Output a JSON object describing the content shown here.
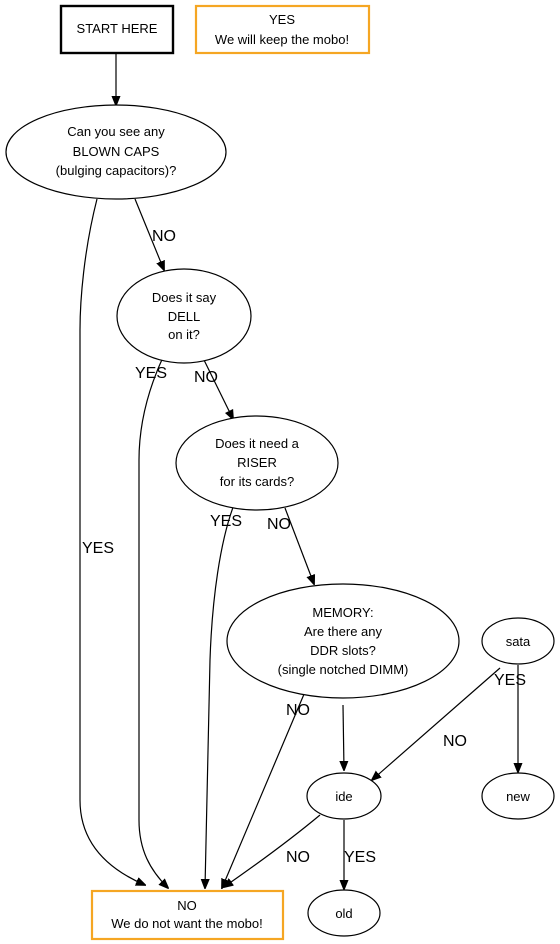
{
  "diagram": {
    "nodes": {
      "start": {
        "lines": [
          "START HERE"
        ]
      },
      "yes_keep": {
        "lines": [
          "YES",
          "We will keep the mobo!"
        ]
      },
      "blown_caps": {
        "lines": [
          "Can you see any",
          "BLOWN CAPS",
          "(bulging capacitors)?"
        ]
      },
      "dell": {
        "lines": [
          "Does it say",
          "DELL",
          "on it?"
        ]
      },
      "riser": {
        "lines": [
          "Does it need a",
          "RISER",
          "for its cards?"
        ]
      },
      "memory": {
        "lines": [
          "MEMORY:",
          "Are there any",
          "DDR slots?",
          "(single notched DIMM)"
        ]
      },
      "sata": {
        "lines": [
          "sata"
        ]
      },
      "ide": {
        "lines": [
          "ide"
        ]
      },
      "new": {
        "lines": [
          "new"
        ]
      },
      "old": {
        "lines": [
          "old"
        ]
      },
      "no_want": {
        "lines": [
          "NO",
          "We do not want the mobo!"
        ]
      }
    },
    "edge_labels": {
      "caps_no": "NO",
      "caps_yes": "YES",
      "dell_yes": "YES",
      "dell_no": "NO",
      "riser_yes": "YES",
      "riser_no": "NO",
      "memory_no": "NO",
      "sata_yes": "YES",
      "sata_no": "NO",
      "ide_no": "NO",
      "ide_yes": "YES"
    },
    "colors": {
      "terminal_border": "#f5a623",
      "start_border": "#000000",
      "line": "#000000"
    }
  }
}
